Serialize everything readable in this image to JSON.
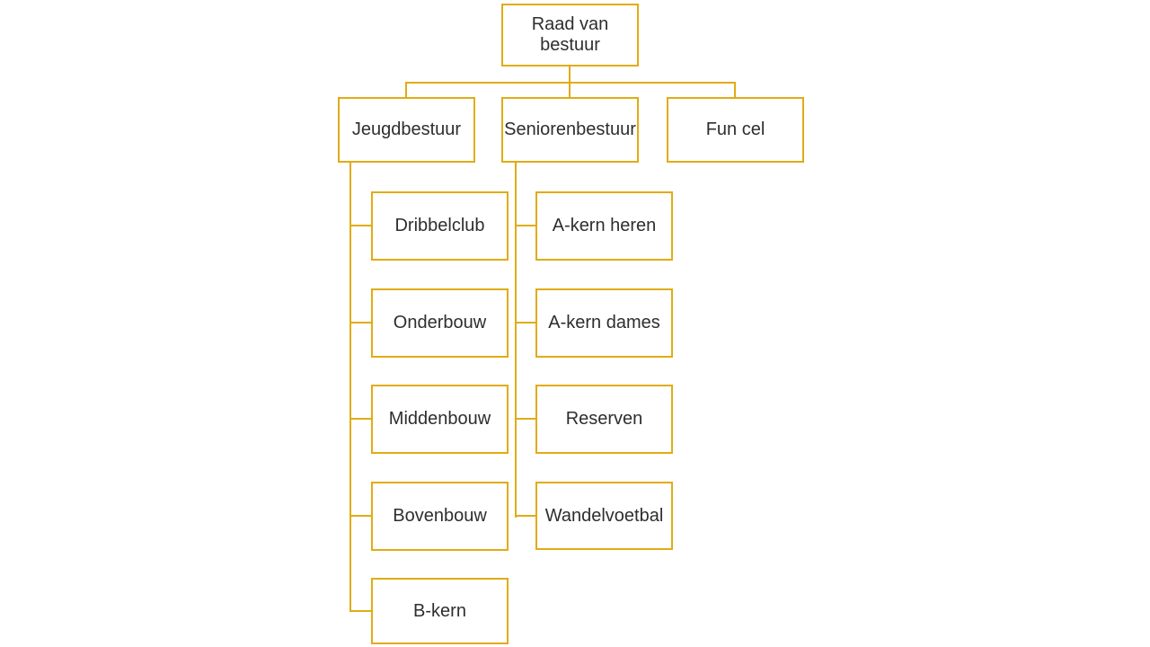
{
  "diagram": {
    "type": "org-chart",
    "colors": {
      "border": "#e0ac15",
      "text": "#2e2e2e",
      "background": "#ffffff"
    },
    "root": {
      "label": "Raad van bestuur"
    },
    "branches": [
      {
        "label": "Jeugdbestuur",
        "children": [
          {
            "label": "Dribbelclub"
          },
          {
            "label": "Onderbouw"
          },
          {
            "label": "Middenbouw"
          },
          {
            "label": "Bovenbouw"
          },
          {
            "label": "B-kern"
          }
        ]
      },
      {
        "label": "Seniorenbestuur",
        "children": [
          {
            "label": "A-kern heren"
          },
          {
            "label": "A-kern dames"
          },
          {
            "label": "Reserven"
          },
          {
            "label": "Wandelvoetbal"
          }
        ]
      },
      {
        "label": "Fun cel",
        "children": []
      }
    ]
  }
}
